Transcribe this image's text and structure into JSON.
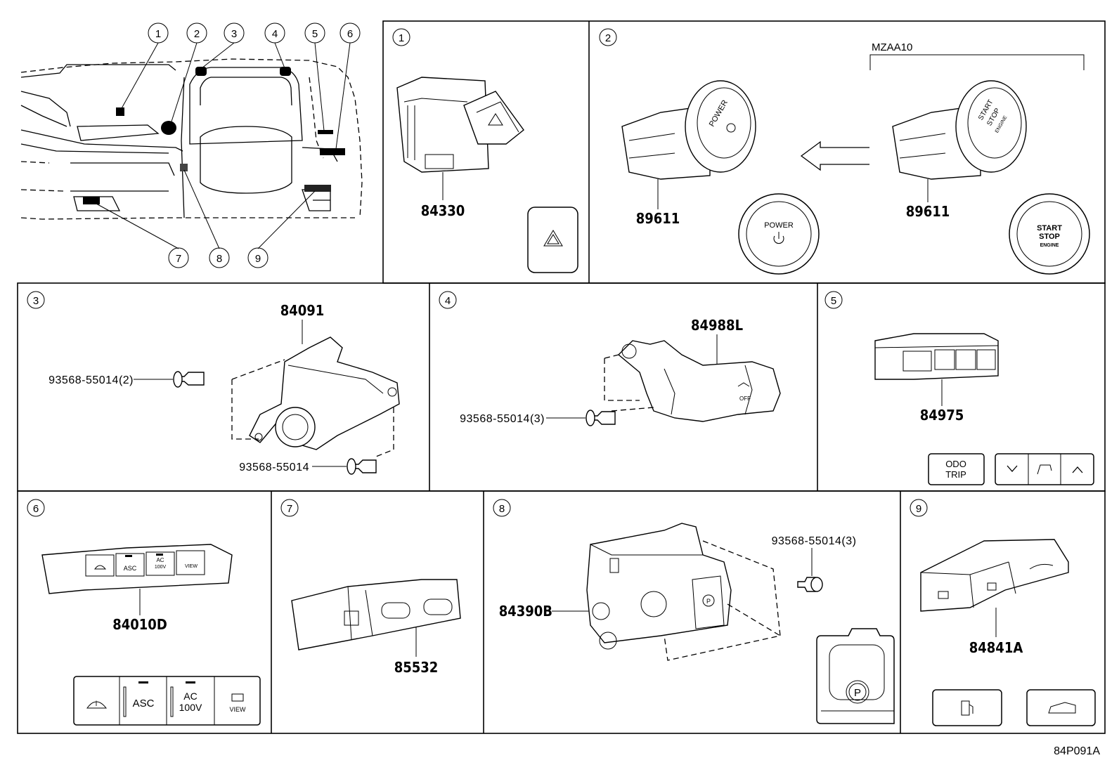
{
  "diagram_code": "84P091A",
  "overview": {
    "callouts": [
      "1",
      "2",
      "3",
      "4",
      "5",
      "6",
      "7",
      "8",
      "9"
    ]
  },
  "panels": {
    "p1": {
      "num": "1",
      "part": "84330"
    },
    "p2": {
      "num": "2",
      "part_left": "89611",
      "part_right": "89611",
      "variant": "MZAA10",
      "btn_power": "POWER",
      "btn_start": "START",
      "btn_stop": "STOP",
      "btn_engine": "ENGINE"
    },
    "p3": {
      "num": "3",
      "part": "84091",
      "bolt_a": "93568-55014(2)",
      "bolt_b": "93568-55014"
    },
    "p4": {
      "num": "4",
      "part": "84988L",
      "bolt": "93568-55014(3)",
      "off": "OFF"
    },
    "p5": {
      "num": "5",
      "part": "84975",
      "odo": "ODO",
      "trip": "TRIP"
    },
    "p6": {
      "num": "6",
      "part": "84010D",
      "asc": "ASC",
      "ac": "AC",
      "v100": "100V",
      "view": "VIEW"
    },
    "p7": {
      "num": "7",
      "part": "85532"
    },
    "p8": {
      "num": "8",
      "part": "84390B",
      "bolt": "93568-55014(3)",
      "p": "P"
    },
    "p9": {
      "num": "9",
      "part": "84841A"
    }
  }
}
